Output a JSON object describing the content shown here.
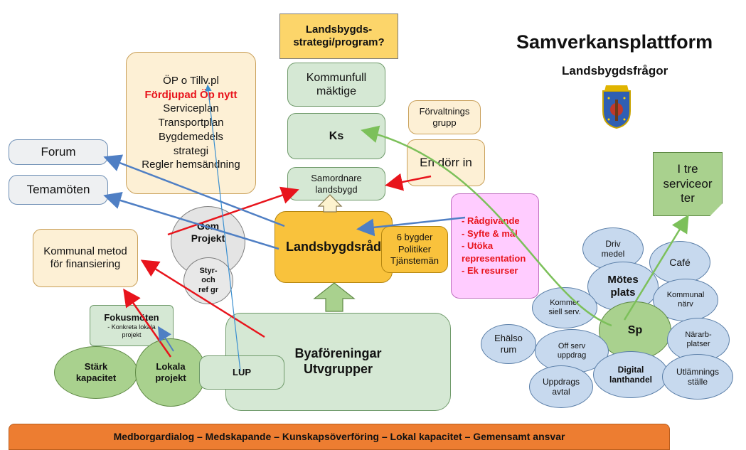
{
  "title": "Samverkansplattform",
  "subtitle": "Landsbygdsfrågor",
  "crest_icon": "municipal-coat-of-arms-icon",
  "strategy_box": "Landsbygds-strategi/program?",
  "plans": {
    "line1": "ÖP o Tillv.pl",
    "line2": "Fördjupad Öp nytt",
    "line3": "Serviceplan",
    "line4": "Transportplan",
    "line5": "Bygdemedels",
    "line6": "strategi",
    "line7": "Regler hemsändning"
  },
  "kommunfull": "Kommunfull mäktige",
  "ks": "Ks",
  "forvaltningsgrupp": "Förvaltnings grupp",
  "en_dorr_in": "En dörr in",
  "samordnare": "Samordnare landsbygd",
  "forum": "Forum",
  "temamoten": "Temamöten",
  "kommunal_metod": "Kommunal metod för finansiering",
  "gem_projekt": "Gem Projekt",
  "styr_ref": "Styr-och ref gr",
  "landsbygdsrad": "Landsbygdsråd",
  "bygder": {
    "line1": "6 bygder",
    "line2": "Politiker",
    "line3": "Tjänstemän"
  },
  "radgivande": {
    "line1": "- Rådgivande",
    "line2": "- Syfte & mål",
    "line3": "- Utöka representation",
    "line4": "- Ek resurser"
  },
  "fokus": {
    "title": "Fokusmöten",
    "sub": "- Konkreta lokala projekt"
  },
  "stark_kapacitet": "Stärk kapacitet",
  "lokala_projekt": "Lokala projekt",
  "lup": "LUP",
  "byaforeningar": "Byaföreningar Utvgrupper",
  "i_tre": "I tre serviceor ter",
  "service": {
    "driv": "Driv medel",
    "cafe": "Café",
    "motes": "Mötes plats",
    "kommunal_narv": "Kommunal närv",
    "kommersiell": "Kommer siell serv.",
    "sp": "Sp",
    "ehalso": "Ehälso rum",
    "off_serv": "Off serv uppdrag",
    "nararb": "Närarb-platser",
    "uppdrags": "Uppdrags avtal",
    "digital": "Digital lanthandel",
    "utlamnings": "Utlämnings ställe"
  },
  "banner": "Medborgardialog – Medskapande – Kunskapsöverföring – Lokal kapacitet – Gemensamt ansvar",
  "colors": {
    "red_arrow": "#e8141c",
    "blue_arrow": "#4f7fc4",
    "green_arrow": "#7cc05a",
    "banner_bg": "#ed7d31",
    "gold_box": "#f9c23c"
  }
}
